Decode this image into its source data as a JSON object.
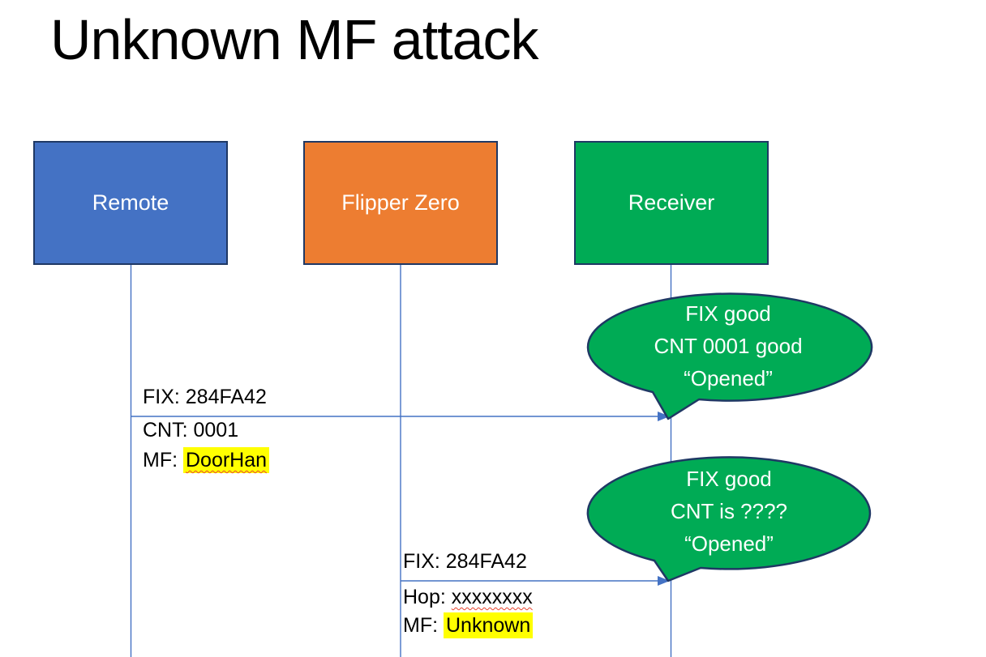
{
  "title": "Unknown MF attack",
  "actors": [
    {
      "id": "remote",
      "label": "Remote",
      "color": "#4472C4"
    },
    {
      "id": "flipper-zero",
      "label": "Flipper Zero",
      "color": "#ED7D31"
    },
    {
      "id": "receiver",
      "label": "Receiver",
      "color": "#00AB55"
    }
  ],
  "messages": [
    {
      "from": "Remote",
      "to": "Receiver",
      "line1": "FIX: 284FA42",
      "line2": "CNT: 0001",
      "line3_prefix": "MF: ",
      "line3_value": "DoorHan",
      "line3_marks": "yellow-highlight, red-squiggle"
    },
    {
      "from": "Flipper Zero",
      "to": "Receiver",
      "line1": "FIX: 284FA42",
      "line2_prefix": "Hop: ",
      "line2_value": "xxxxxxxx",
      "line2_marks": "red-squiggle",
      "line3_prefix": "MF: ",
      "line3_value": "Unknown",
      "line3_marks": "yellow-highlight"
    }
  ],
  "bubbles": [
    {
      "speaker": "Receiver",
      "lines": [
        "FIX good",
        "CNT 0001 good",
        "“Opened”"
      ]
    },
    {
      "speaker": "Receiver",
      "lines": [
        "FIX good",
        "CNT is ????",
        "“Opened”"
      ]
    }
  ],
  "colors": {
    "actor_blue": "#4472C4",
    "actor_orange": "#ED7D31",
    "actor_green": "#00AB55",
    "shape_border": "#1F3864",
    "connector_blue": "#4472C4",
    "highlight_yellow": "#FFFF00",
    "squiggle_red": "#E8432E",
    "bubble_fill": "#00AB55",
    "bubble_text": "#FFFFFF"
  }
}
